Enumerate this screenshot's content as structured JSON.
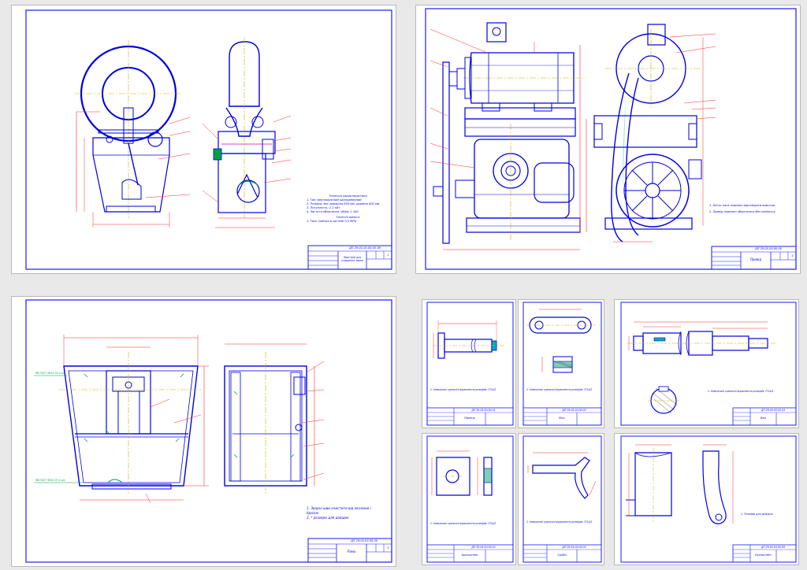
{
  "colors": {
    "frame": "#1a1aff",
    "outline": "#0000e0",
    "dimension": "#ff2a2a",
    "center": "#c8b400",
    "hatch": "#3a3a3a",
    "cyan": "#00b8c8",
    "magenta": "#cc00cc",
    "green": "#00a040"
  },
  "sheets": [
    {
      "id": "general-view",
      "notes": [
        "Технічна характеристика",
        "1. Тип: вертикальний однокамерний",
        "2. Розміри, мм: довжина 850 мм, ширина 800 мм",
        "3. Потужність: 2,1 кВт",
        "4. Частота обертання, об/хв: 1 440",
        "Технічні вимоги",
        "1. Тиск повітря в системі 0,5 МПа"
      ],
      "title_block": {
        "code": "ДП 29.05.00.00.00 ЗВ",
        "name": "Пристрій для очищення зерна",
        "sheet_no": "1"
      }
    },
    {
      "id": "drive",
      "notes": [
        "1. Натяг паса повинен відповідати вимогам",
        "2. Привід повинен обертатися без перекосу"
      ],
      "title_block": {
        "code": "ДП 29.05.00.00.00",
        "name": "Привід",
        "sheet_no": "2"
      }
    },
    {
      "id": "frame",
      "callouts": [
        "M8 ГОСТ 5915-70  4 шт.",
        "M8 ГОСТ 5915-70  4 шт."
      ],
      "notes": [
        "1. Зварні шви очистити від окалини і бризок",
        "2. * розміри для довідок"
      ],
      "title_block": {
        "code": "ДП 29.05.02.00.00",
        "name": "Рама",
        "sheet_no": "3"
      }
    },
    {
      "id": "details",
      "panels": [
        {
          "name": "Палець",
          "code": "ДП 29.05.00.00.01",
          "note": "1. Невказані граничні відхилення розмірів: IT14/2"
        },
        {
          "name": "Вісь",
          "code": "ДП 29.05.00.00.02",
          "note": "1. Невказані граничні відхилення розмірів: IT14/2"
        },
        {
          "name": "Вал",
          "code": "ДП 29.05.00.00.03",
          "note": "1. Невказані граничні відхилення розмірів: IT14/2"
        },
        {
          "name": "Кронштейн",
          "code": "ДП 29.05.00.00.04",
          "note": "1. Невказані граничні відхилення розмірів: IT14/2"
        },
        {
          "name": "Скоба",
          "code": "ДП 29.05.00.00.05",
          "note": "1. Невказані граничні відхилення розмірів: IT14/2"
        },
        {
          "name": "Кронштейн",
          "code": "ДП 29.05.00.00.06",
          "note": "1. Розміри для довідок"
        }
      ]
    }
  ]
}
